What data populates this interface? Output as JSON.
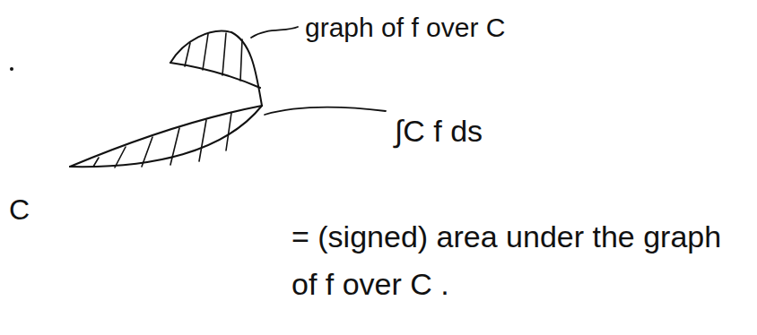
{
  "diagram": {
    "labels": [
      "graph of f over C",
      "∫C f ds",
      "C",
      "= (signed) area under the graph of f over C ."
    ]
  }
}
